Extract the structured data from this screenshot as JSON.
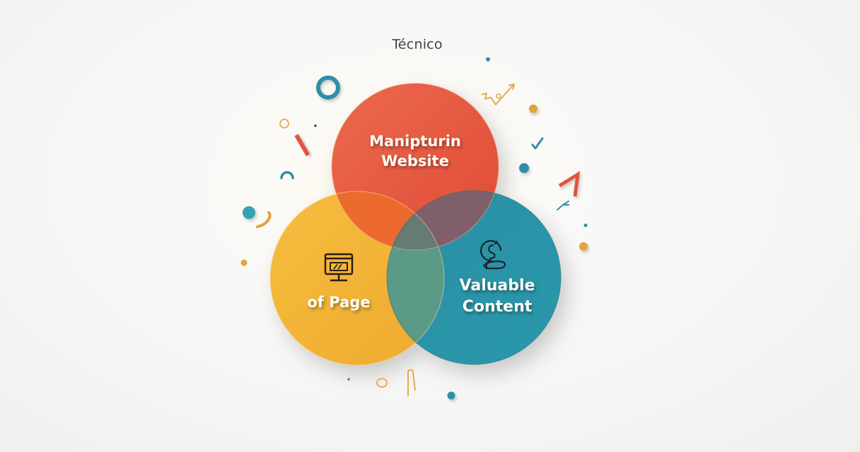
{
  "diagram": {
    "title": "Técnico",
    "type": "venn",
    "sets": [
      {
        "id": "red",
        "lines": [
          "Manipturin",
          "Website"
        ],
        "color": "#e5503a",
        "icon": "none"
      },
      {
        "id": "yellow",
        "lines": [
          "of Page"
        ],
        "color": "#f2b233",
        "icon": "monitor-presentation-icon"
      },
      {
        "id": "teal",
        "lines": [
          "Valuable",
          "Content"
        ],
        "color": "#2a93a8",
        "icon": "hand-coin-icon"
      }
    ],
    "overlap_colors": {
      "red_yellow": "#ec6a2e",
      "red_teal": "#7f5f6a",
      "yellow_teal": "#5a9a86",
      "all_three": "#657b74"
    },
    "accent_colors": {
      "teal": "#2f8fa6",
      "orange": "#e3a33a",
      "red": "#e4533c",
      "dark": "#3d4a55"
    }
  }
}
